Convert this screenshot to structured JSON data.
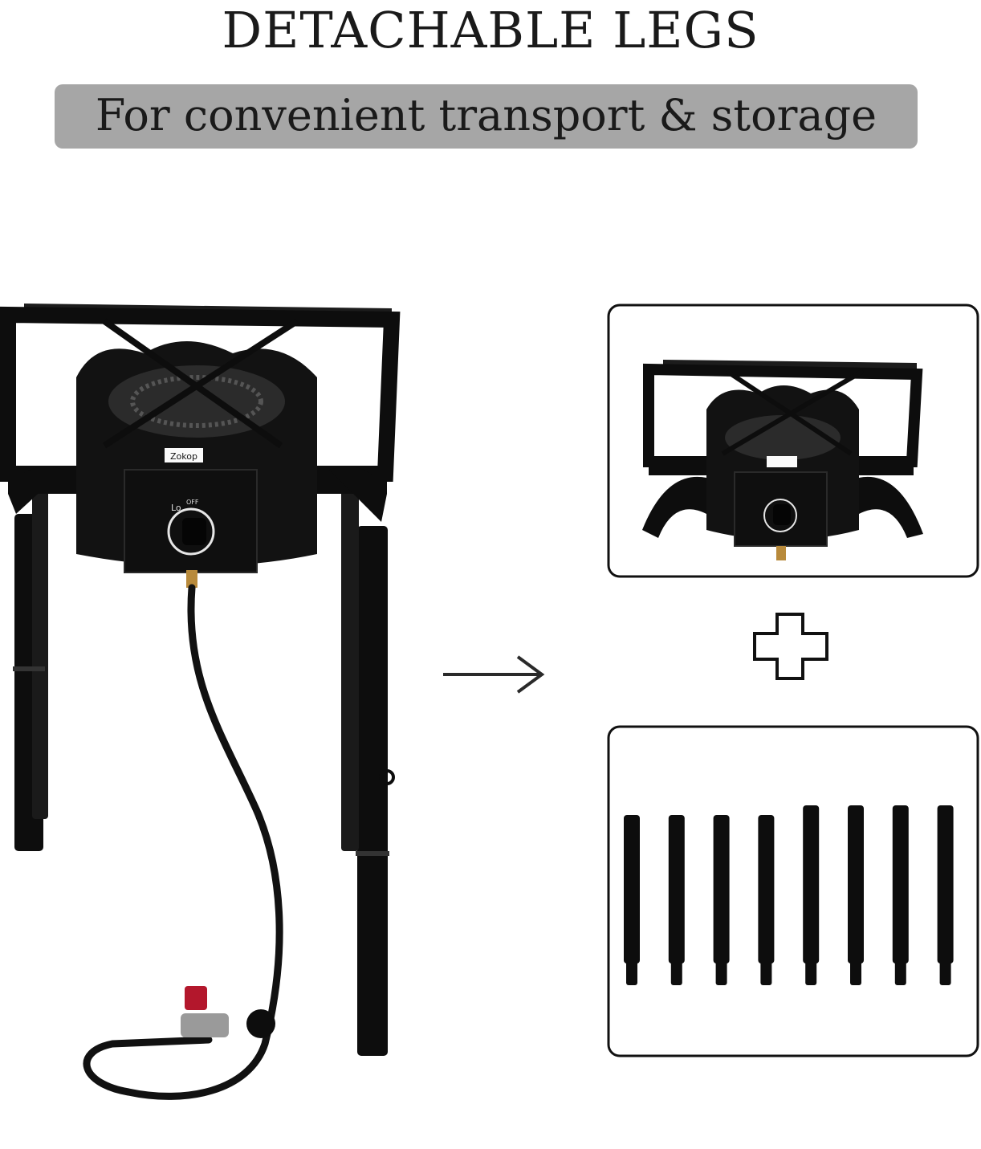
{
  "header": {
    "title": "DETACHABLE LEGS",
    "subtitle": "For convenient transport & storage"
  },
  "product": {
    "brand_label": "Zokop",
    "knob_lo_label": "Lo",
    "knob_off_label": "OFF"
  },
  "colors": {
    "subtitle_bar": "#a6a6a6",
    "product": "#0d0d0d",
    "regulator_cap": "#b3172c"
  },
  "leg_count": 8
}
